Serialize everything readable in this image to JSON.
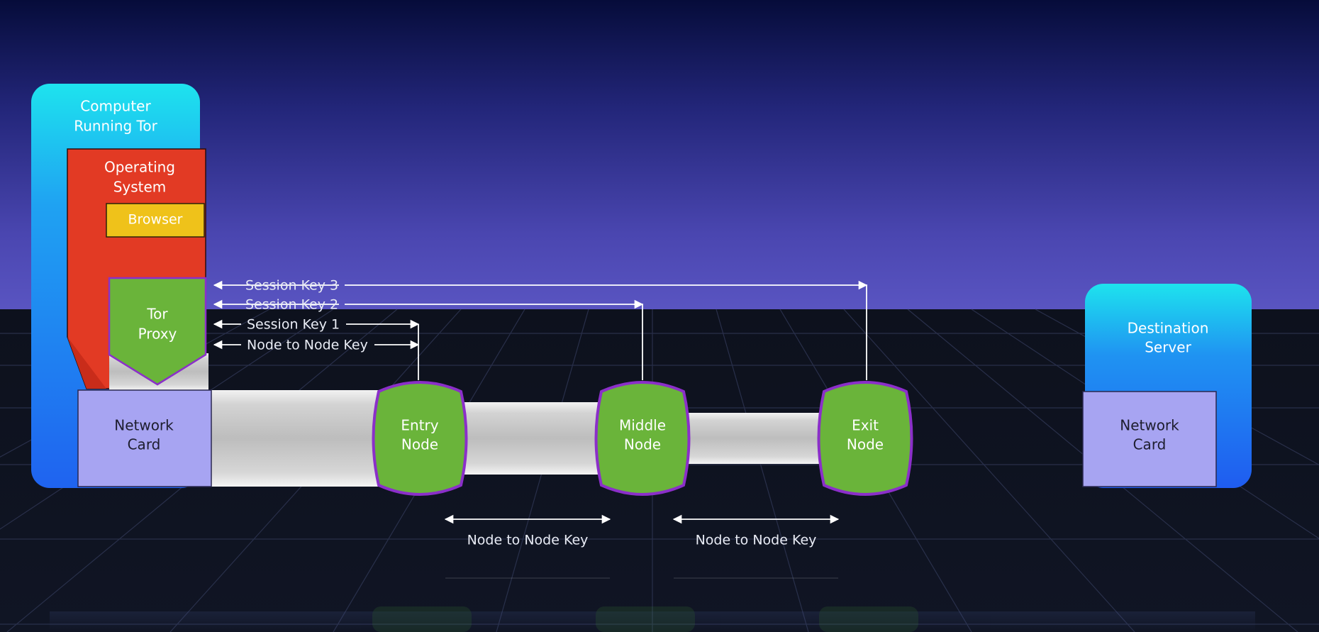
{
  "computer": {
    "title_line1": "Computer",
    "title_line2": "Running Tor",
    "os_line1": "Operating",
    "os_line2": "System",
    "browser": "Browser",
    "proxy_line1": "Tor",
    "proxy_line2": "Proxy",
    "nic_line1": "Network",
    "nic_line2": "Card"
  },
  "nodes": {
    "entry_line1": "Entry",
    "entry_line2": "Node",
    "middle_line1": "Middle",
    "middle_line2": "Node",
    "exit_line1": "Exit",
    "exit_line2": "Node"
  },
  "keys": {
    "session3": "Session Key 3",
    "session2": "Session Key 2",
    "session1": "Session Key 1",
    "node_to_node_top": "Node to Node Key",
    "node_to_node_left": "Node to Node Key",
    "node_to_node_right": "Node to Node Key"
  },
  "destination": {
    "title_line1": "Destination",
    "title_line2": "Server",
    "nic_line1": "Network",
    "nic_line2": "Card"
  },
  "colors": {
    "computer_blue": "#1e6ff0",
    "os_red": "#e23a24",
    "browser_yellow": "#efc21a",
    "node_green": "#6ab43a",
    "node_border": "#8b2fc9",
    "card_lavender": "#a7a4f2"
  }
}
